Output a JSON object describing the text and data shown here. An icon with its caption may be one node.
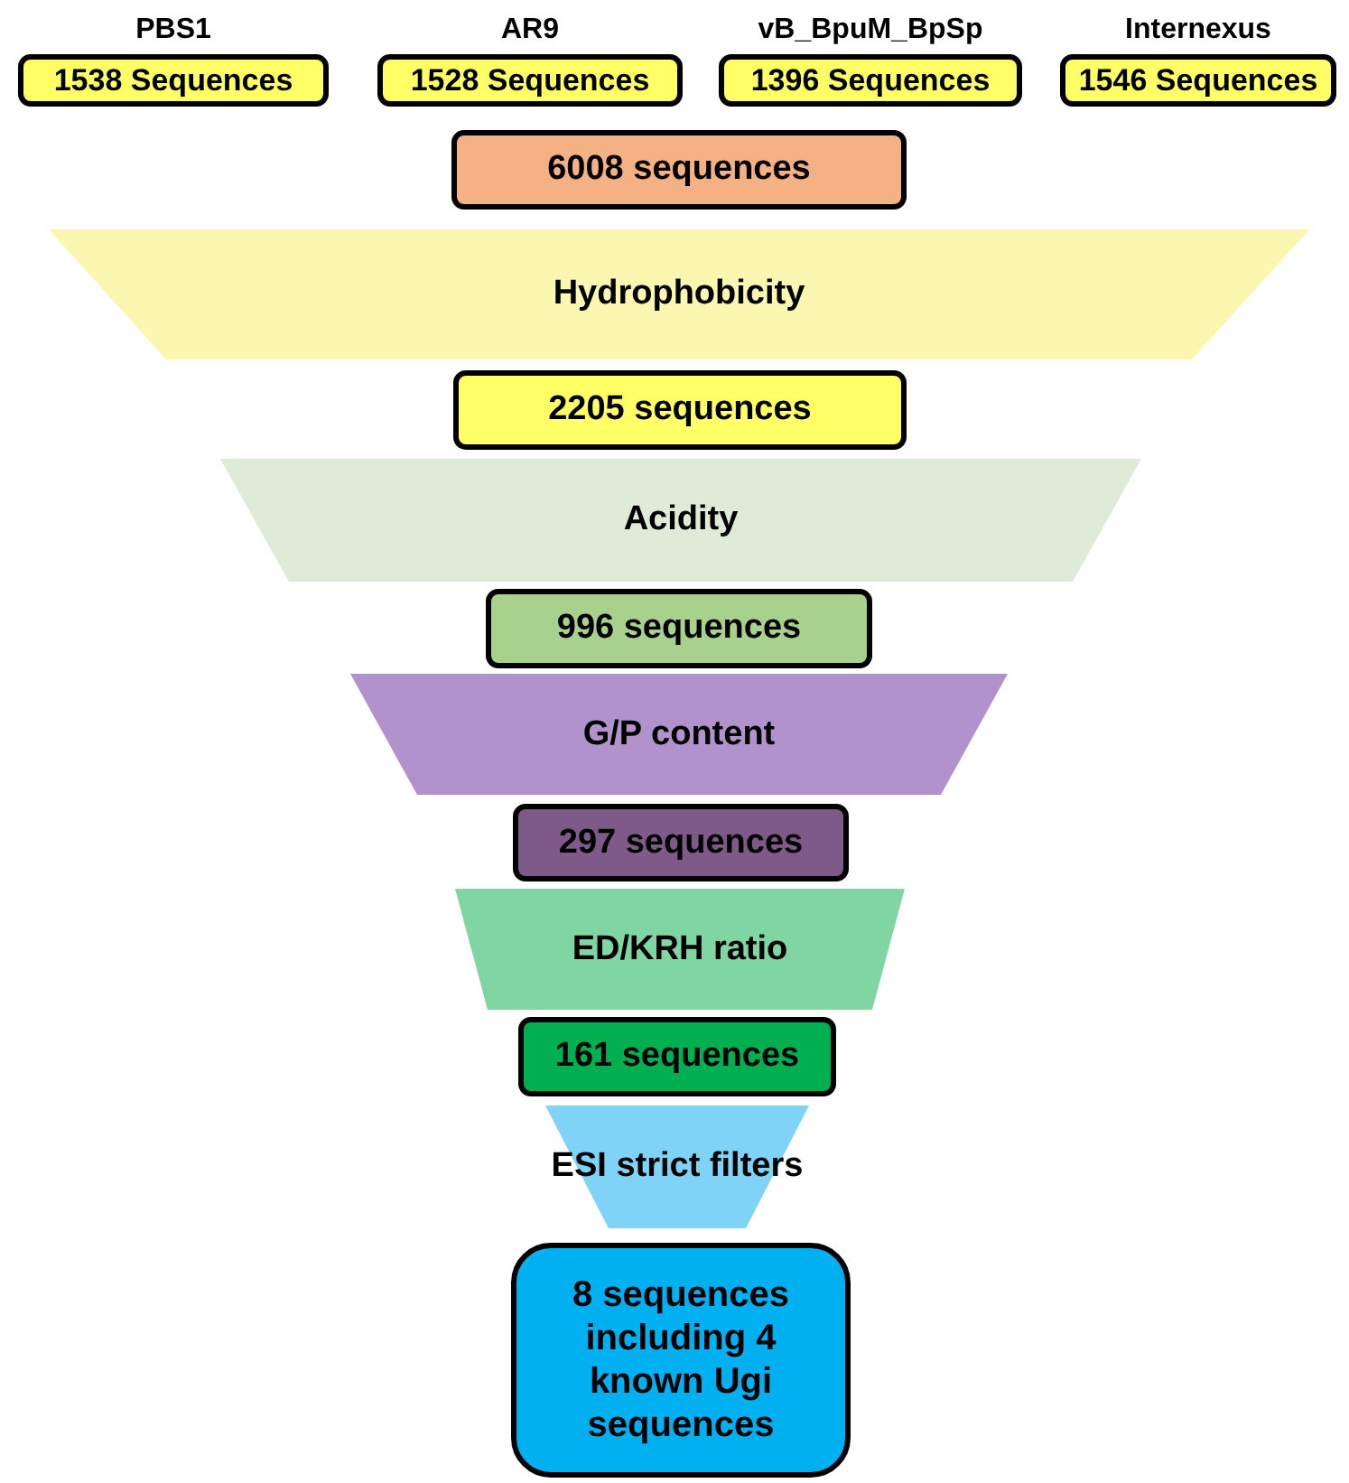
{
  "diagram": {
    "nodes": [
      {
        "text": [
          "PBS1",
          "1538 Sequences"
        ]
      },
      {
        "text": [
          "AR9",
          "1528 Sequences"
        ]
      },
      {
        "text": [
          "vB_BpuM_BpSp",
          "1396 Sequences"
        ]
      },
      {
        "text": [
          "Internexus",
          "1546 Sequences"
        ]
      },
      {
        "text": [
          "6008 sequences"
        ]
      },
      {
        "text": [
          "Hydrophobicity"
        ]
      },
      {
        "text": [
          "2205 sequences"
        ]
      },
      {
        "text": [
          "Acidity"
        ]
      },
      {
        "text": [
          "996 sequences"
        ]
      },
      {
        "text": [
          "G/P content"
        ]
      },
      {
        "text": [
          "297 sequences"
        ]
      },
      {
        "text": [
          "ED/KRH ratio"
        ]
      },
      {
        "text": [
          "161 sequences"
        ]
      },
      {
        "text": [
          "ESI strict filters"
        ]
      },
      {
        "text": [
          "8 sequences including 4 known Ugi sequences"
        ]
      }
    ]
  }
}
